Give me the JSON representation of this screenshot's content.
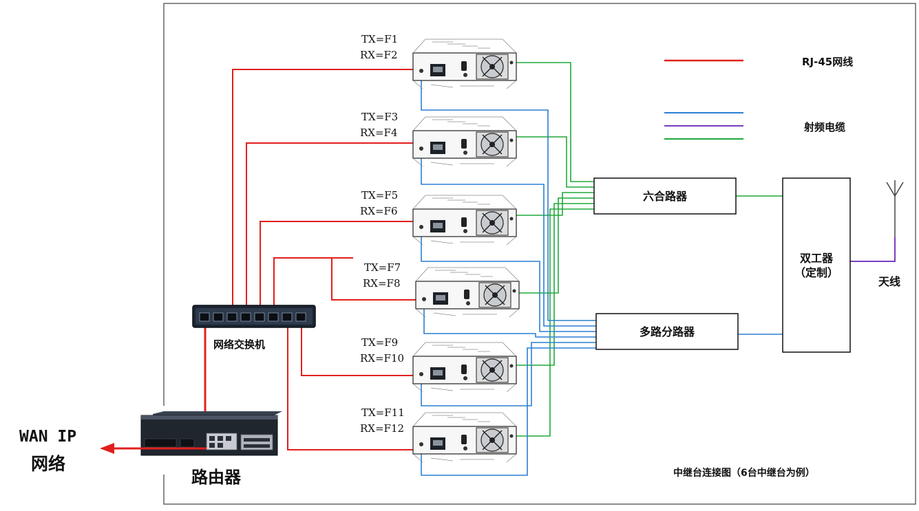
{
  "colors": {
    "rj45": "#e0201e",
    "rf_blue": "#2a7fd4",
    "rf_purple": "#7a3ec0",
    "rf_green": "#1fa83a",
    "frame": "#555555",
    "box": "#111111",
    "equipment_dark": "#1d2228"
  },
  "legend": {
    "rj45_label": "RJ-45网线",
    "rf_label": "射频电缆"
  },
  "repeaters": [
    {
      "tx": "TX=F1",
      "rx": "RX=F2"
    },
    {
      "tx": "TX=F3",
      "rx": "RX=F4"
    },
    {
      "tx": "TX=F5",
      "rx": "RX=F6"
    },
    {
      "tx": "TX=F7",
      "rx": "RX=F8"
    },
    {
      "tx": "TX=F9",
      "rx": "RX=F10"
    },
    {
      "tx": "TX=F11",
      "rx": "RX=F12"
    }
  ],
  "switch": {
    "label": "网络交换机"
  },
  "router": {
    "label": "路由器"
  },
  "wan": {
    "line1": "WAN IP",
    "line2": "网络"
  },
  "combiner": {
    "label": "六合路器"
  },
  "multicoupler": {
    "label": "多路分路器"
  },
  "duplexer": {
    "line1": "双工器",
    "line2": "（定制）"
  },
  "antenna": {
    "label": "天线"
  },
  "caption": "中继台连接图（6台中继台为例）"
}
